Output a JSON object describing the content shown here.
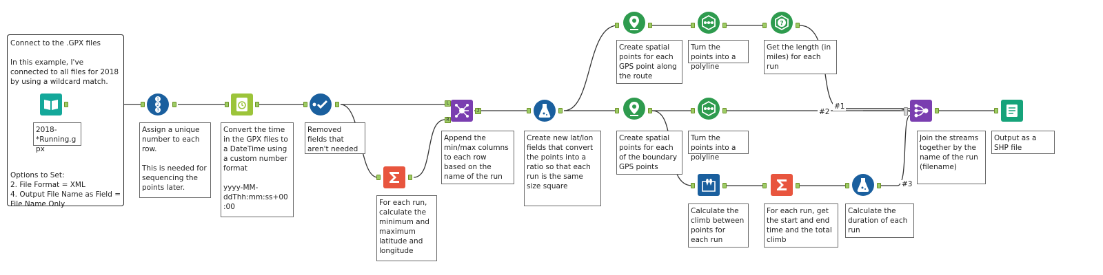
{
  "workflow": {
    "container": {
      "title": "Connect to the .GPX files",
      "description": "In this example, I've connected to all files for 2018 by using a wildcard match.",
      "options": "Options to Set:\n2. File Format = XML\n4. Output File Name as Field = File Name Only"
    },
    "input": {
      "annotation": "2018-*Running.gpx"
    },
    "tools": {
      "record_id": {
        "annotation": "Assign a unique number to each row.\n\nThis is needed for sequencing the points later."
      },
      "datetime": {
        "annotation": "Convert the time in the GPX files to a DateTime using a custom number format\n\nyyyy-MM-ddThh:mm:ss+00:00"
      },
      "select": {
        "annotation": "Removed fields that aren't needed"
      },
      "summarize_minmax": {
        "annotation": "For each run, calculate the minimum and maximum latitude and longitude"
      },
      "append": {
        "annotation": "Append the min/max columns to each row based on the name of the run"
      },
      "formula_latlon": {
        "annotation": "Create new lat/lon fields that convert the points into a ratio so that each run is the same size square"
      },
      "create_points_route": {
        "annotation": "Create spatial points for each GPS point along the route"
      },
      "polybuild_route": {
        "annotation": "Turn the points into a polyline"
      },
      "spatial_info": {
        "annotation": "Get the length (in miles) for each run"
      },
      "create_points_boundary": {
        "annotation": "Create spatial points for each of the boundary GPS points"
      },
      "polybuild_boundary": {
        "annotation": "Turn the points into a polyline"
      },
      "multirow_climb": {
        "annotation": "Calculate the climb between points for each run"
      },
      "summarize_time": {
        "annotation": "For each run, get the start and end time and the total climb"
      },
      "formula_duration": {
        "annotation": "Calculate the duration of each run"
      },
      "join_multiple": {
        "annotation": "Join the streams together by the name of the run (filename)"
      },
      "output": {
        "annotation": "Output as a SHP file"
      }
    },
    "connection_labels": {
      "c1": "#1",
      "c2": "#2",
      "c3": "#3"
    },
    "anchor_letters": {
      "L": "L",
      "R": "R",
      "J": "J"
    },
    "colors": {
      "input": "#14a89a",
      "preparation": "#1a5f9e",
      "parse": "#9cc43a",
      "transform": "#e8553e",
      "join": "#7a3eb0",
      "spatial": "#2e9b4e",
      "output": "#16a37a",
      "wire": "#333333"
    },
    "icons": {
      "input": "book-icon",
      "record_id": "numbered-list-icon",
      "datetime": "clock-icon",
      "select": "checkmark-icon",
      "summarize": "sigma-icon",
      "append": "append-fields-icon",
      "formula": "flask-icon",
      "create_points": "map-pin-icon",
      "poly_build": "polyline-icon",
      "spatial_info": "question-badge-icon",
      "multirow": "multirow-formula-icon",
      "join_multiple": "join-multiple-icon",
      "output": "document-icon"
    }
  }
}
